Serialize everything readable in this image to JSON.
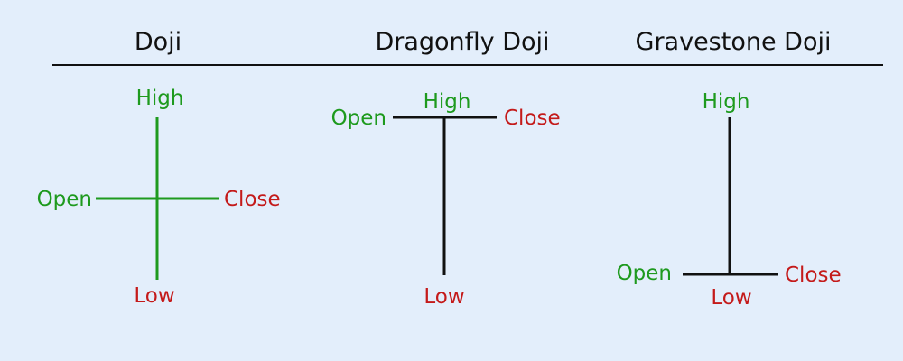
{
  "colors": {
    "background": "#e3eefb",
    "green": "#1e9a1e",
    "red": "#c41a1a",
    "black": "#111111"
  },
  "candles": [
    {
      "title": "Doji",
      "high": "High",
      "low": "Low",
      "open": "Open",
      "close": "Close",
      "line_color": "green"
    },
    {
      "title": "Dragonfly Doji",
      "high": "High",
      "low": "Low",
      "open": "Open",
      "close": "Close",
      "line_color": "black"
    },
    {
      "title": "Gravestone Doji",
      "high": "High",
      "low": "Low",
      "open": "Open",
      "close": "Close",
      "line_color": "black"
    }
  ]
}
